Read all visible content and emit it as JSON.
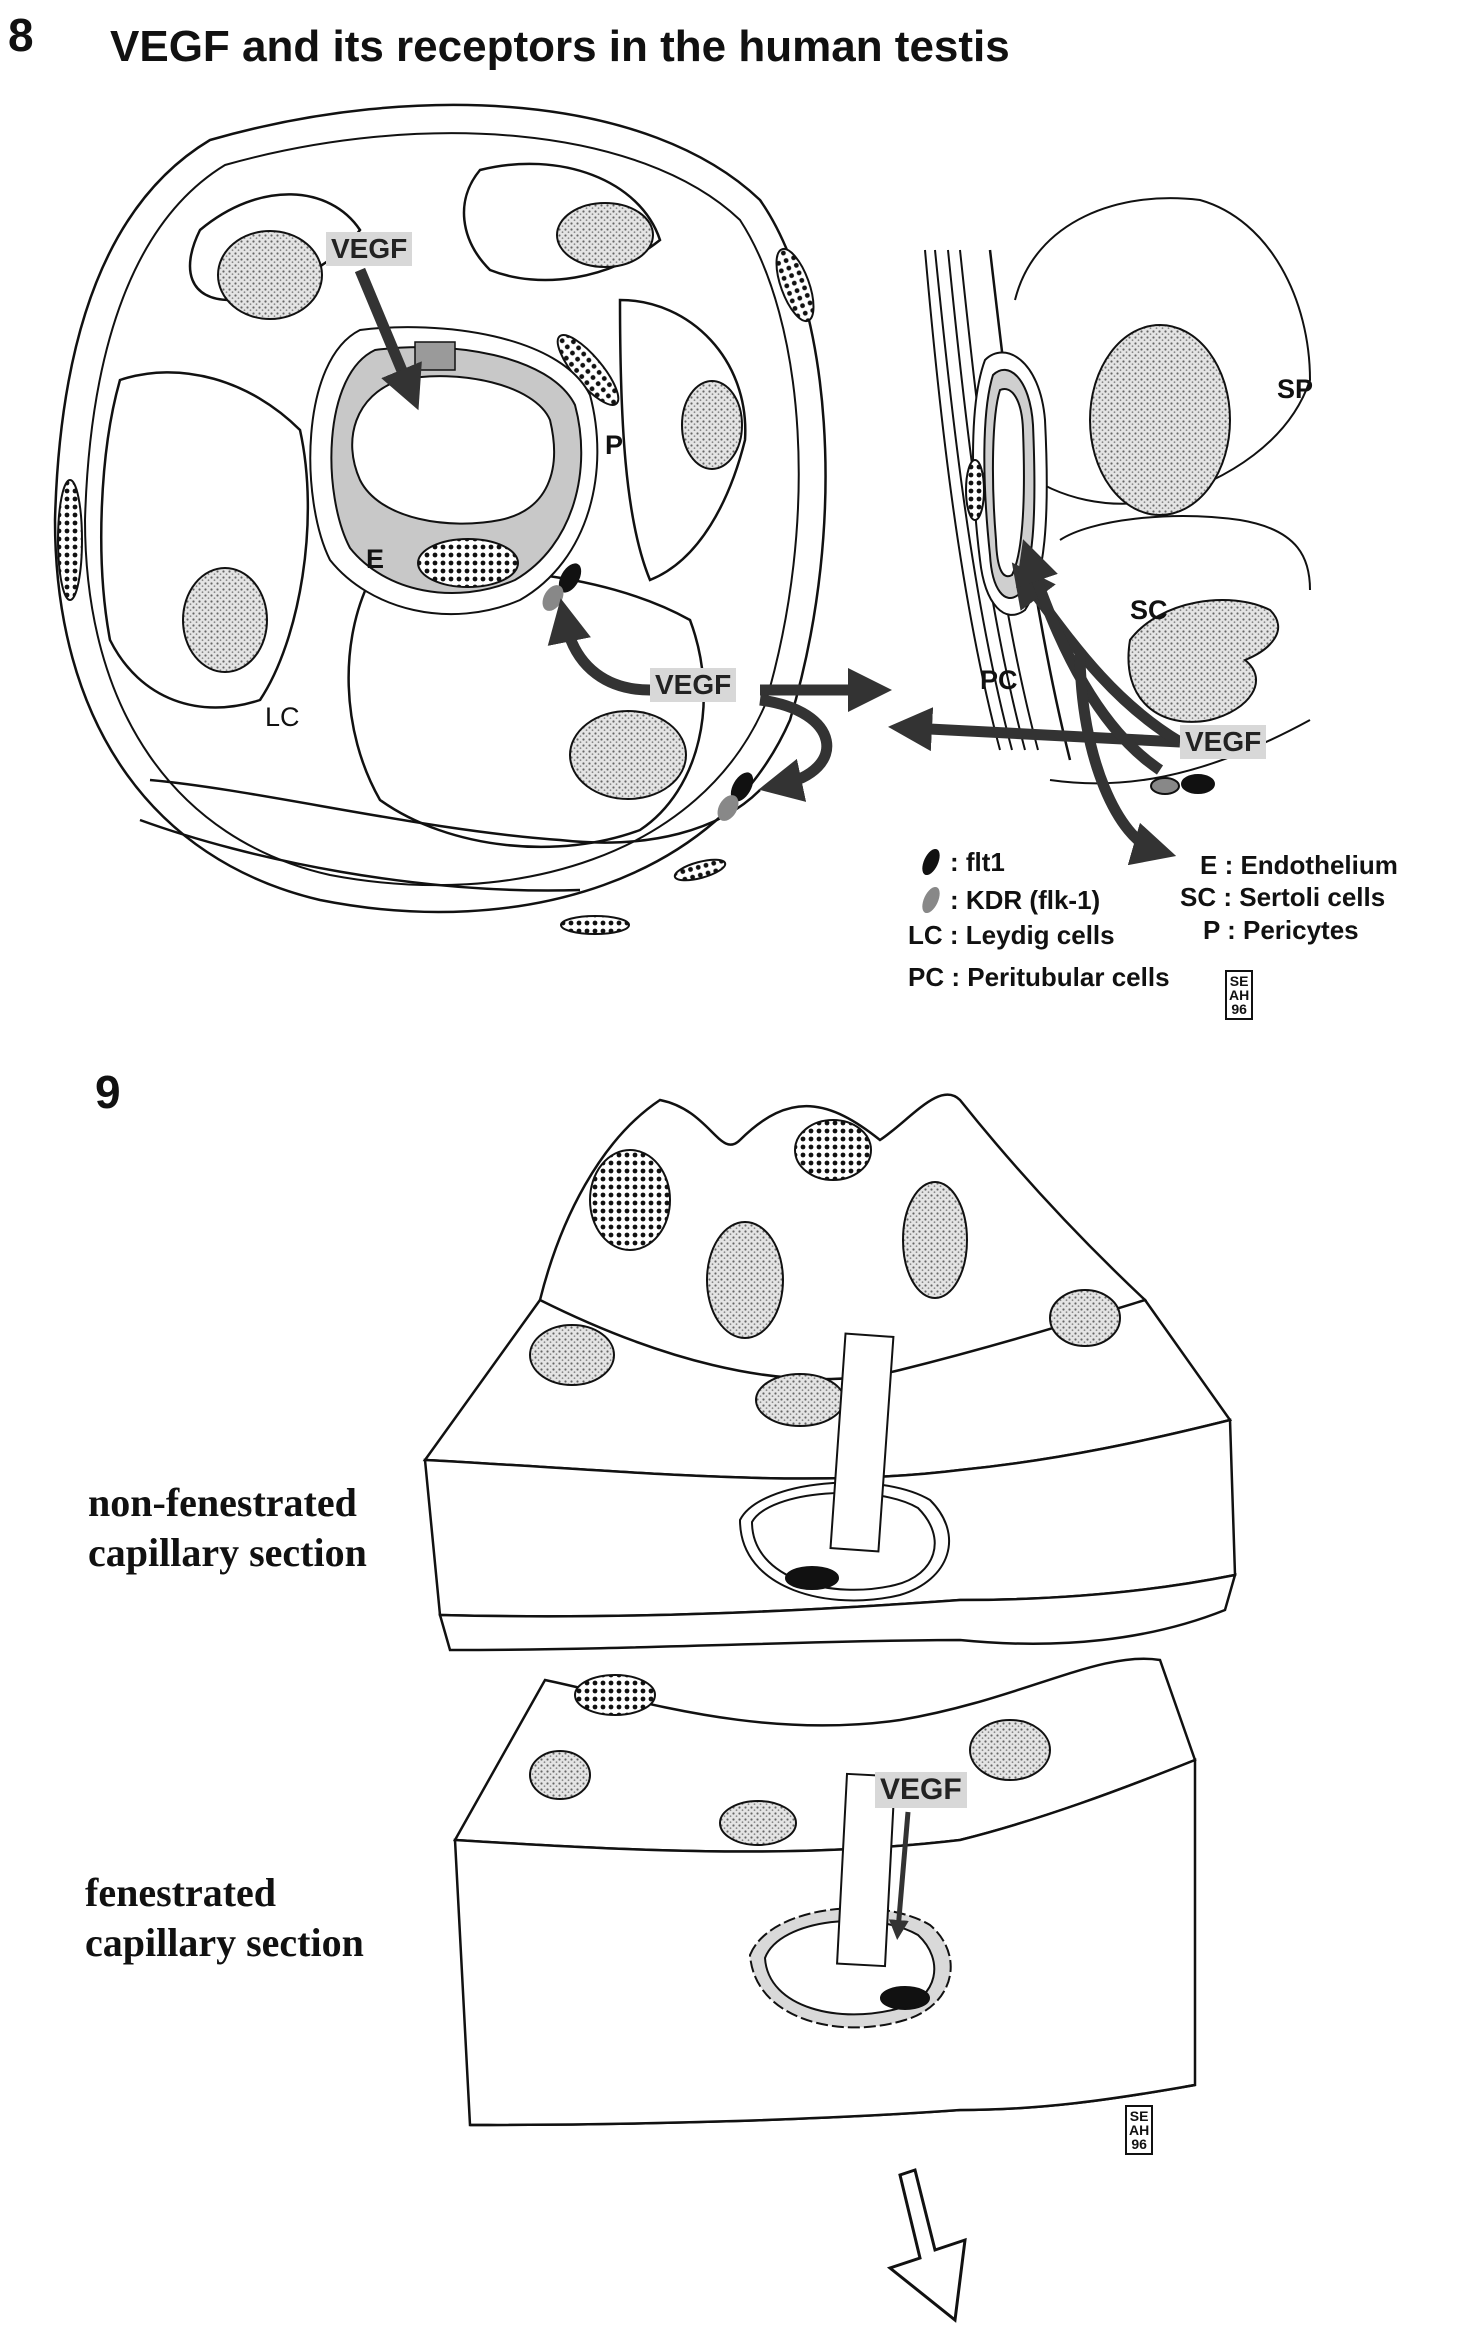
{
  "figure8": {
    "number": "8",
    "title": "VEGF and its receptors in the human testis",
    "vegf_labels": [
      "VEGF",
      "VEGF",
      "VEGF"
    ],
    "cell_labels": {
      "endothelium": "E",
      "pericyte": "P",
      "leydig": "LC",
      "peritubular": "PC",
      "sertoli": "SC",
      "spermatocyte": "SP"
    },
    "legend": [
      {
        "symbol": "flt1",
        "text": ": flt1"
      },
      {
        "symbol": "kdr",
        "text": ": KDR (flk-1)"
      },
      {
        "symbol": "",
        "text": "LC : Leydig cells"
      },
      {
        "symbol": "",
        "text": "PC : Peritubular cells"
      },
      {
        "symbol": "",
        "text": "E : Endothelium"
      },
      {
        "symbol": "",
        "text": "SC : Sertoli cells"
      },
      {
        "symbol": "",
        "text": "P : Pericytes"
      }
    ],
    "signature": [
      "SE",
      "AH",
      "96"
    ]
  },
  "figure9": {
    "number": "9",
    "label_top": [
      "non-fenestrated",
      "capillary section"
    ],
    "label_bottom": [
      "fenestrated",
      "capillary section"
    ],
    "vegf_label": "VEGF",
    "signature": [
      "SE",
      "AH",
      "96"
    ]
  },
  "colors": {
    "ink": "#111111",
    "stipple": "#bdbdbd",
    "endothelium": "#c6c6c6",
    "vegf_box": "#d8d8d8"
  }
}
